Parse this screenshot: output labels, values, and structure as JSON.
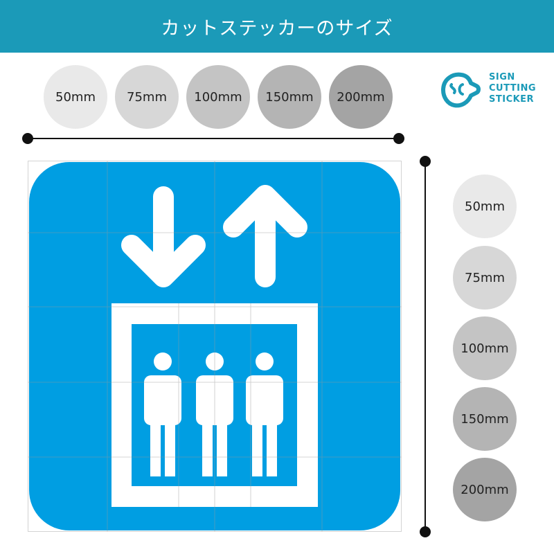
{
  "header": {
    "title": "カットステッカーのサイズ"
  },
  "sizes_top": [
    "50mm",
    "75mm",
    "100mm",
    "150mm",
    "200mm"
  ],
  "sizes_right": [
    "50mm",
    "75mm",
    "100mm",
    "150mm",
    "200mm"
  ],
  "circle_colors": [
    "#e9e9e9",
    "#d7d7d7",
    "#c4c4c4",
    "#b4b4b4",
    "#a4a4a4"
  ],
  "logo": {
    "line1": "SIGN",
    "line2": "CUTTING",
    "line3": "STICKER",
    "color": "#1b9ab8"
  },
  "sign": {
    "background": "#009ee2",
    "foreground": "#ffffff",
    "icon": "elevator-icon"
  }
}
